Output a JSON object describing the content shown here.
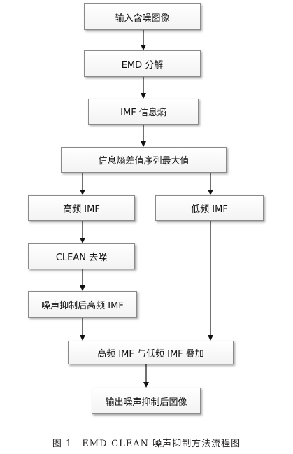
{
  "nodes": {
    "input": "输入含噪图像",
    "emd": "EMD 分解",
    "entropy": "IMF 信息熵",
    "max_diff": "信息熵差值序列最大值",
    "high_imf": "高频 IMF",
    "low_imf": "低频 IMF",
    "clean": "CLEAN 去噪",
    "suppressed_high": "噪声抑制后高频 IMF",
    "merge": "高频 IMF 与低频 IMF 叠加",
    "output": "输出噪声抑制后图像"
  },
  "caption": {
    "label": "图 1",
    "title": "EMD-CLEAN 噪声抑制方法流程图"
  }
}
